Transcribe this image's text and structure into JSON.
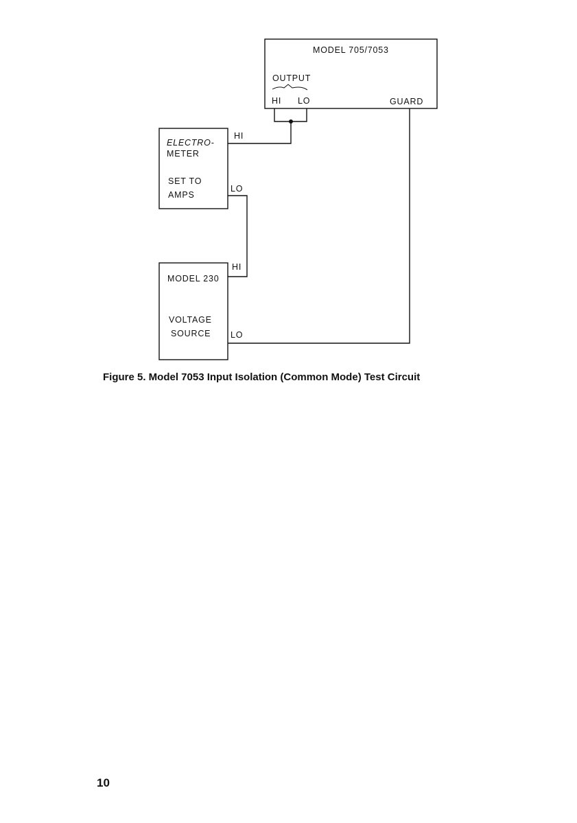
{
  "diagram": {
    "model_705_box": {
      "title": "MODEL 705/7053",
      "output_label": "OUTPUT",
      "hi_label": "HI",
      "lo_label": "LO",
      "guard_label": "GUARD"
    },
    "electrometer_box": {
      "line1": "ELECTRO-",
      "line2": "METER",
      "line3": "SET   TO",
      "line4": "AMPS",
      "hi_label": "HI",
      "lo_label": "LO"
    },
    "model_230_box": {
      "line1": "MODEL 230",
      "line2": "VOLTAGE",
      "line3": "SOURCE",
      "hi_label": "HI",
      "lo_label": "LO"
    }
  },
  "caption": "Figure 5. Model 7053 Input Isolation (Common Mode) Test Circuit",
  "page_number": "10"
}
